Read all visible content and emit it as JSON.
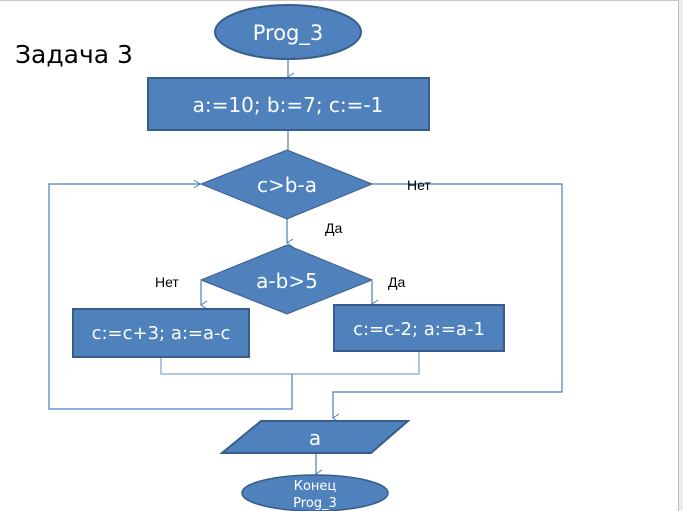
{
  "slide": {
    "title": "Задача 3"
  },
  "flowchart": {
    "colors": {
      "fill": "#4f81bd",
      "stroke": "#385d8a",
      "connector": "#4a7ebb",
      "connector_light": "#95b3d7"
    },
    "start": {
      "shape": "ellipse",
      "text": "Prog_3"
    },
    "init": {
      "shape": "process",
      "text": "a:=10; b:=7; c:=-1"
    },
    "cond1": {
      "shape": "decision",
      "text": "c>b-a",
      "yes_label": "Да",
      "no_label": "Нет"
    },
    "cond2": {
      "shape": "decision",
      "text": "a-b>5",
      "yes_label": "Да",
      "no_label": "Нет"
    },
    "proc_no": {
      "shape": "process",
      "text": "c:=c+3; a:=a-c"
    },
    "proc_yes": {
      "shape": "process",
      "text": "c:=c-2; a:=a-1"
    },
    "output": {
      "shape": "io",
      "text": "a"
    },
    "end": {
      "shape": "ellipse",
      "text_line1": "Конец",
      "text_line2": "Prog_3"
    }
  }
}
